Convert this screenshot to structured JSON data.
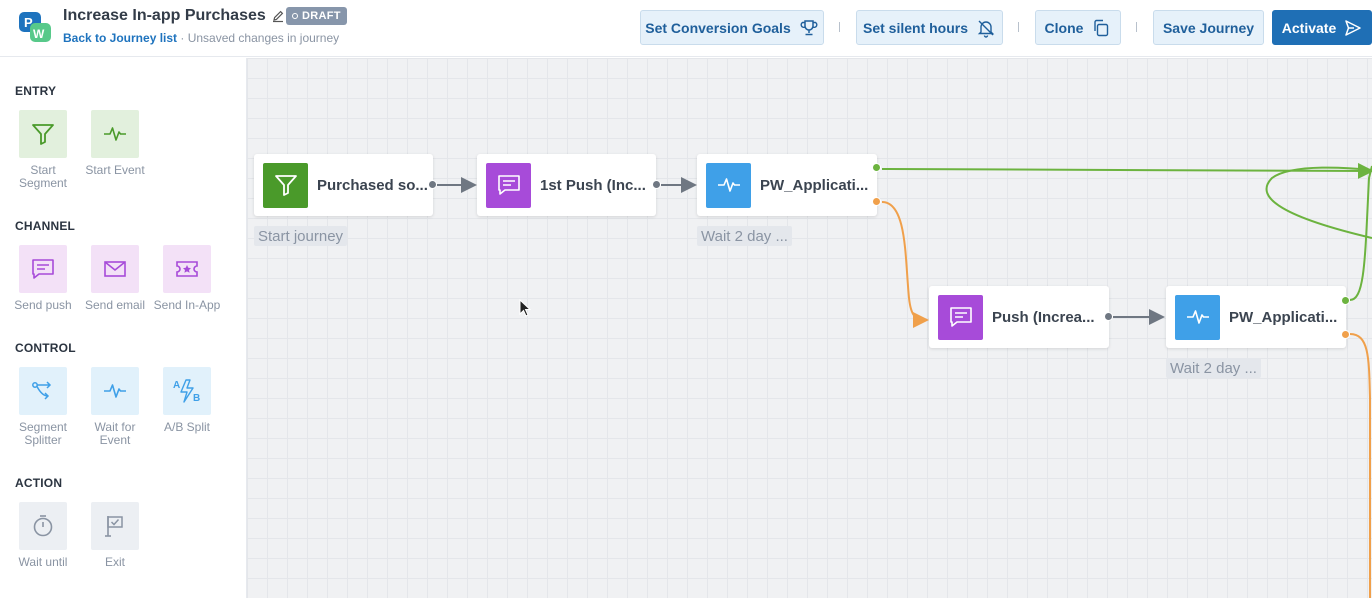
{
  "header": {
    "title": "Increase In-app Purchases",
    "badge": "DRAFT",
    "back_link": "Back to Journey list",
    "status": "· Unsaved changes in journey",
    "buttons": {
      "conversion": "Set Conversion Goals",
      "silent": "Set silent hours",
      "clone": "Clone",
      "save": "Save Journey",
      "activate": "Activate"
    }
  },
  "sidebar": {
    "entry": {
      "title": "ENTRY",
      "items": [
        "Start Segment",
        "Start Event"
      ]
    },
    "channel": {
      "title": "CHANNEL",
      "items": [
        "Send push",
        "Send email",
        "Send In-App"
      ]
    },
    "control": {
      "title": "CONTROL",
      "items": [
        "Segment Splitter",
        "Wait for Event",
        "A/B Split"
      ]
    },
    "action": {
      "title": "ACTION",
      "items": [
        "Wait until",
        "Exit"
      ]
    }
  },
  "canvas": {
    "nodes": [
      {
        "label": "Purchased so...",
        "caption": "Start journey"
      },
      {
        "label": "1st Push (Inc..."
      },
      {
        "label": "PW_Applicati...",
        "caption": "Wait 2 day ..."
      },
      {
        "label": "Push (Increa..."
      },
      {
        "label": "PW_Applicati...",
        "caption": "Wait 2 day ..."
      }
    ]
  },
  "colors": {
    "primary": "#1f6fb5",
    "segment_green": "#4a9a2a",
    "push_purple": "#a74bd9",
    "event_blue": "#3fa0e8",
    "link_green": "#6cb33f",
    "link_orange": "#f0a04b"
  }
}
